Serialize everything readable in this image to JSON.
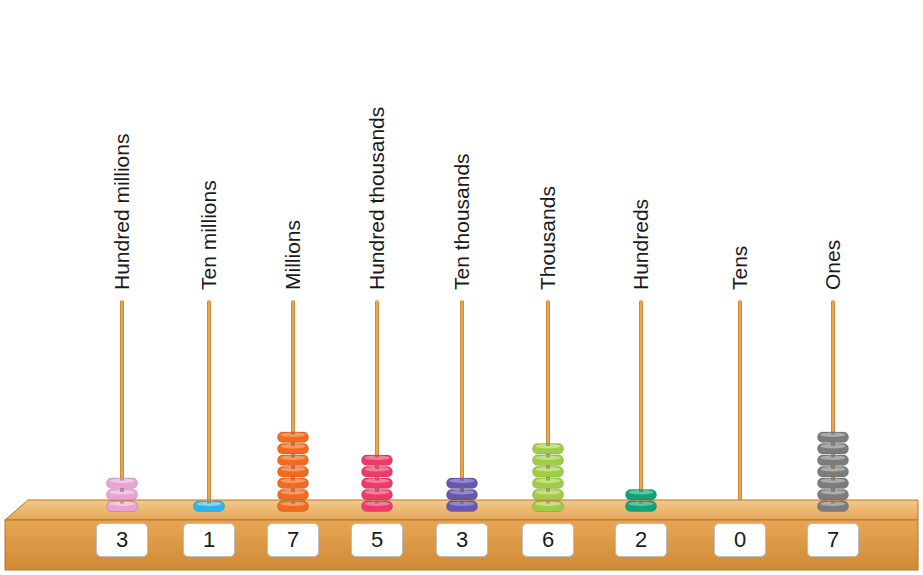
{
  "diagram": {
    "nodes": [
      {
        "text": [
          "3"
        ]
      },
      {
        "text": [
          "1"
        ]
      },
      {
        "text": [
          "7"
        ]
      },
      {
        "text": [
          "5"
        ]
      },
      {
        "text": [
          "3"
        ]
      },
      {
        "text": [
          "6"
        ]
      },
      {
        "text": [
          "2"
        ]
      },
      {
        "text": [
          "0"
        ]
      },
      {
        "text": [
          "7"
        ]
      }
    ],
    "labels": [
      "Hundred millions",
      "Ten millions",
      "Millions",
      "Hundred thousands",
      "Ten thousands",
      "Thousands",
      "Hundreds",
      "Tens",
      "Ones"
    ]
  }
}
